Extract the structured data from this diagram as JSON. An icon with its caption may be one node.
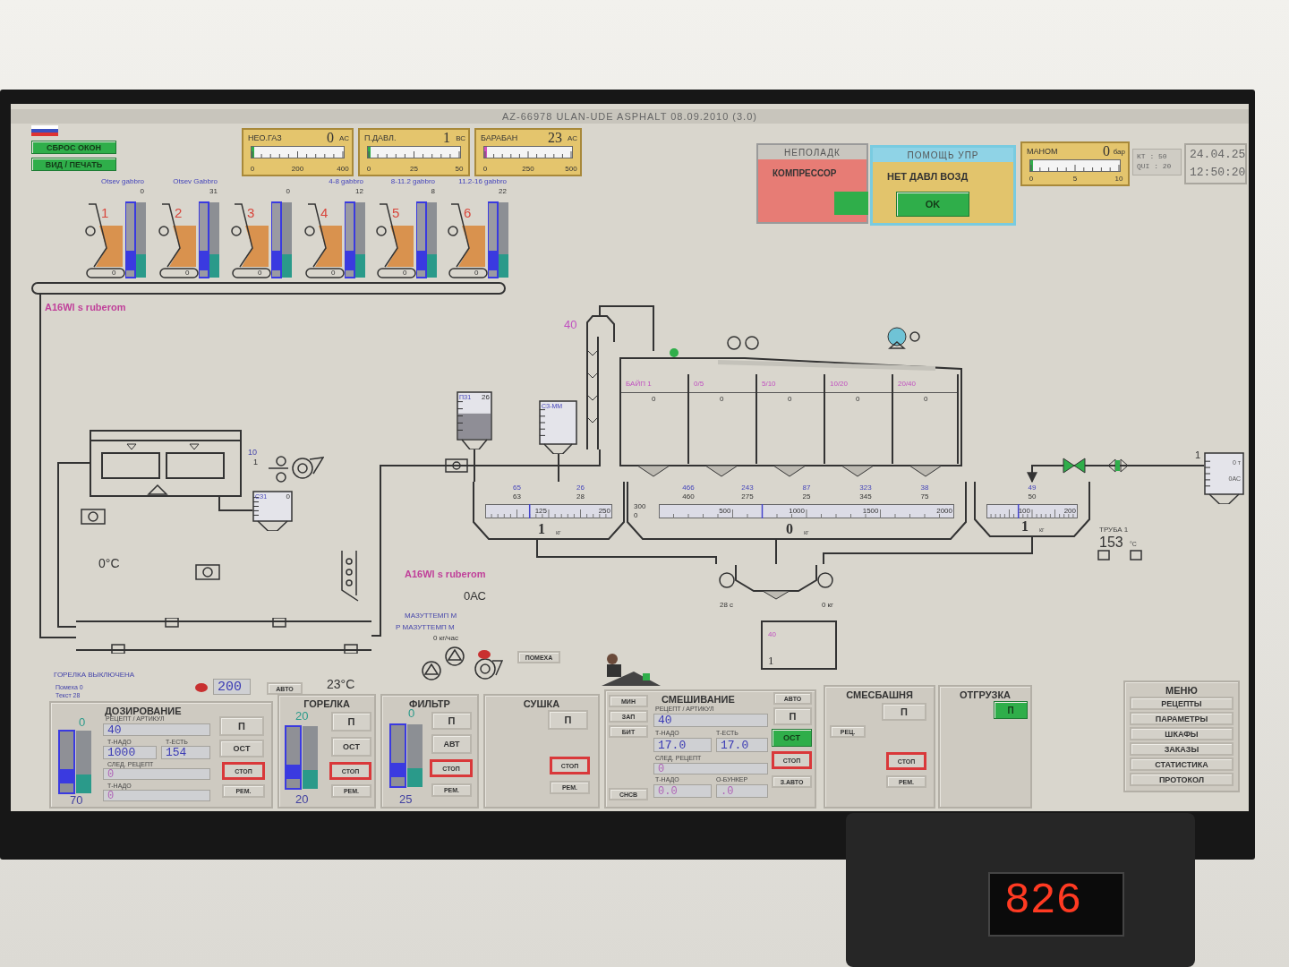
{
  "diagram": {
    "nodes": [
      {
        "text": [
          "AZ-66978 ULAN-UDE ASPHALT 08.09.2010 (3.0)"
        ]
      },
      {
        "text": [
          "СБРОС ОКОН"
        ]
      },
      {
        "text": [
          "ВИД / ПЕЧАТЬ"
        ]
      },
      {
        "text": [
          "НЕО.ГАЗ",
          "0",
          "АС",
          "0",
          "200",
          "400"
        ]
      },
      {
        "text": [
          "П.ДАВЛ.",
          "1",
          "ВС",
          "0",
          "25",
          "50"
        ]
      },
      {
        "text": [
          "БАРАБАН",
          "23",
          "АС",
          "0",
          "250",
          "500"
        ]
      },
      {
        "text": [
          "НЕПОЛАДК",
          "КОМПРЕССОР"
        ]
      },
      {
        "text": [
          "ПОМОЩЬ УПР",
          "НЕТ ДАВЛ ВОЗД"
        ]
      },
      {
        "text": [
          "OK"
        ],
        "in": 7
      },
      {
        "text": [
          "МАНОМ",
          "0",
          "бар",
          "0",
          "5",
          "10"
        ]
      },
      {
        "text": [
          "КТ : 50",
          "QUI : 20"
        ]
      },
      {
        "text": [
          "24.04.25",
          "12:50:20"
        ]
      },
      {
        "text": [
          "1",
          "0"
        ],
        "beside": [
          "Otsev gabbro",
          "0"
        ]
      },
      {
        "text": [
          "2",
          "0"
        ],
        "beside": [
          "Otsev Gabbro",
          "31"
        ]
      },
      {
        "text": [
          "3",
          "0"
        ],
        "beside": [
          "0"
        ]
      },
      {
        "text": [
          "4",
          "0"
        ],
        "beside": [
          "4-8 gabbro",
          "12"
        ]
      },
      {
        "text": [
          "5",
          "0"
        ],
        "beside": [
          "8-11.2 gabbro",
          "8"
        ]
      },
      {
        "text": [
          "6",
          "0"
        ],
        "beside": [
          "11.2-16 gabbro",
          "22"
        ]
      },
      {
        "text": [],
        "shape": "bar"
      },
      {
        "text": [],
        "shape": "box"
      },
      {
        "text": [
          "СЗ1",
          "0"
        ]
      },
      {
        "text": [
          "ПЗ1",
          "26"
        ]
      },
      {
        "text": [
          "СЗ-ММ"
        ]
      },
      {
        "text": [],
        "shape": "box"
      },
      {
        "text": [],
        "shape": "box"
      },
      {
        "text": [
          "БАЙП 1",
          "0"
        ],
        "in": 24
      },
      {
        "text": [
          "0/5",
          "0"
        ],
        "in": 24
      },
      {
        "text": [
          "5/10",
          "0"
        ],
        "in": 24
      },
      {
        "text": [
          "10/20",
          "0"
        ],
        "in": 24
      },
      {
        "text": [
          "20/40",
          "0"
        ],
        "in": 24
      },
      {
        "text": [
          "65",
          "63",
          "26",
          "28",
          "125",
          "250",
          "1",
          "кг"
        ]
      },
      {
        "text": [
          "466",
          "460",
          "243",
          "275",
          "87",
          "25",
          "323",
          "345",
          "38",
          "75",
          "300",
          "0",
          "500",
          "1000",
          "1500",
          "2000",
          "0",
          "кг"
        ]
      },
      {
        "text": [
          "49",
          "50",
          "100",
          "200",
          "1",
          "кг"
        ]
      },
      {
        "text": [],
        "shape": "box",
        "beside": [
          "28 с",
          "0 кг"
        ]
      },
      {
        "text": [
          "40",
          "1"
        ]
      },
      {
        "text": [
          "0 т",
          "0АС"
        ],
        "beside": [
          "1"
        ]
      },
      {
        "text": [],
        "shape": "cylinder"
      },
      {
        "text": [
          "ПОМЕХА"
        ]
      },
      {
        "text": [
          "АВТО"
        ]
      },
      {
        "text": [
          "200"
        ]
      },
      {
        "text": [
          "ДОЗИРОВАНИЕ"
        ]
      },
      {
        "text": [
          "40"
        ],
        "in": 40
      },
      {
        "text": [
          "1000"
        ],
        "in": 40
      },
      {
        "text": [
          "154"
        ],
        "in": 40
      },
      {
        "text": [
          "0"
        ],
        "in": 40
      },
      {
        "text": [
          "0"
        ],
        "in": 40
      },
      {
        "text": [
          "П"
        ],
        "in": 40
      },
      {
        "text": [
          "ОСТ"
        ],
        "in": 40
      },
      {
        "text": [
          "СТОП"
        ],
        "in": 40
      },
      {
        "text": [
          "РЕМ."
        ],
        "in": 40
      },
      {
        "text": [
          "ГОРЕЛКА"
        ]
      },
      {
        "text": [
          "П"
        ],
        "in": 50
      },
      {
        "text": [
          "ОСТ"
        ],
        "in": 50
      },
      {
        "text": [
          "СТОП"
        ],
        "in": 50
      },
      {
        "text": [
          "РЕМ."
        ],
        "in": 50
      },
      {
        "text": [
          "ФИЛЬТР"
        ]
      },
      {
        "text": [
          "П"
        ],
        "in": 55
      },
      {
        "text": [
          "АВТ"
        ],
        "in": 55
      },
      {
        "text": [
          "СТОП"
        ],
        "in": 55
      },
      {
        "text": [
          "РЕМ."
        ],
        "in": 55
      },
      {
        "text": [
          "СУШКА"
        ]
      },
      {
        "text": [
          "П"
        ],
        "in": 60
      },
      {
        "text": [
          "СТОП"
        ],
        "in": 60
      },
      {
        "text": [
          "РЕМ."
        ],
        "in": 60
      },
      {
        "text": [
          "СМЕШИВАНИЕ"
        ]
      },
      {
        "text": [
          "МИН"
        ],
        "in": 64
      },
      {
        "text": [
          "ЗАП"
        ],
        "in": 64
      },
      {
        "text": [
          "БИТ"
        ],
        "in": 64
      },
      {
        "text": [
          "СНСВ"
        ],
        "in": 64
      },
      {
        "text": [
          "40"
        ],
        "in": 64
      },
      {
        "text": [
          "17.0"
        ],
        "in": 64
      },
      {
        "text": [
          "17.0"
        ],
        "in": 64
      },
      {
        "text": [
          "0"
        ],
        "in": 64
      },
      {
        "text": [
          "0.0"
        ],
        "in": 64
      },
      {
        "text": [
          ".0"
        ],
        "in": 64
      },
      {
        "text": [
          "АВТО"
        ],
        "in": 64
      },
      {
        "text": [
          "П"
        ],
        "in": 64
      },
      {
        "text": [
          "ОСТ"
        ],
        "in": 64
      },
      {
        "text": [
          "СТОП"
        ],
        "in": 64
      },
      {
        "text": [
          "З.АВТО"
        ],
        "in": 64
      },
      {
        "text": [
          "СМЕСБАШНЯ"
        ]
      },
      {
        "text": [
          "П"
        ],
        "in": 80
      },
      {
        "text": [
          "РЕЦ."
        ],
        "in": 80
      },
      {
        "text": [
          "СТОП"
        ],
        "in": 80
      },
      {
        "text": [
          "РЕМ."
        ],
        "in": 80
      },
      {
        "text": [
          "ОТГРУЗКА"
        ]
      },
      {
        "text": [
          "П"
        ],
        "in": 85
      },
      {
        "text": [
          "МЕНЮ"
        ]
      },
      {
        "text": [
          "РЕЦЕПТЫ"
        ],
        "in": 87
      },
      {
        "text": [
          "ПАРАМЕТРЫ"
        ],
        "in": 87
      },
      {
        "text": [
          "ШКАФЫ"
        ],
        "in": 87
      },
      {
        "text": [
          "ЗАКАЗЫ"
        ],
        "in": 87
      },
      {
        "text": [
          "СТАТИСТИКА"
        ],
        "in": 87
      },
      {
        "text": [
          "ПРОТОКОЛ"
        ],
        "in": 87
      }
    ],
    "edges": [
      {
        "from": 18,
        "to": 36,
        "arrow": "none"
      },
      {
        "from": 36,
        "to": 23,
        "arrow": "none"
      },
      {
        "from": 23,
        "to": 24,
        "arrow": "none"
      },
      {
        "from": 19,
        "to": 36,
        "arrow": "none"
      },
      {
        "from": 19,
        "to": 20,
        "arrow": "none"
      },
      {
        "from": 21,
        "to": 30,
        "arrow": "none"
      },
      {
        "from": 22,
        "to": 30,
        "arrow": "none"
      },
      {
        "from": 30,
        "to": 33,
        "arrow": "none"
      },
      {
        "from": 31,
        "to": 33,
        "arrow": "none"
      },
      {
        "from": 32,
        "to": 33,
        "arrow": "none"
      },
      {
        "from": 35,
        "to": 32,
        "arrow": "to"
      }
    ],
    "labels": [
      "A16Wl s ruberom",
      "40",
      "10",
      "1",
      "0°С",
      "A16Wl s ruberom",
      "0АС",
      "МАЗУТТЕМП М",
      "Р МАЗУТТЕМП М",
      "0 кг/час",
      "ГОРЕЛКА ВЫКЛЮЧЕНА",
      "Помеха 0",
      "Текст 28",
      "23°С",
      "ТРУБА 1",
      "153",
      "°С",
      "0",
      "70",
      "РЕЦЕПТ / АРТИКУЛ",
      "Т-НАДО",
      "Т-ЕСТЬ",
      "СЛЕД. РЕЦЕПТ",
      "Т-НАДО",
      "20",
      "20",
      "0",
      "25",
      "РЕЦЕПТ / АРТИКУЛ",
      "Т-НАДО",
      "Т-ЕСТЬ",
      "СЛЕД. РЕЦЕПТ",
      "Т-НАДО",
      "О-БУНКЕР",
      "826"
    ]
  }
}
